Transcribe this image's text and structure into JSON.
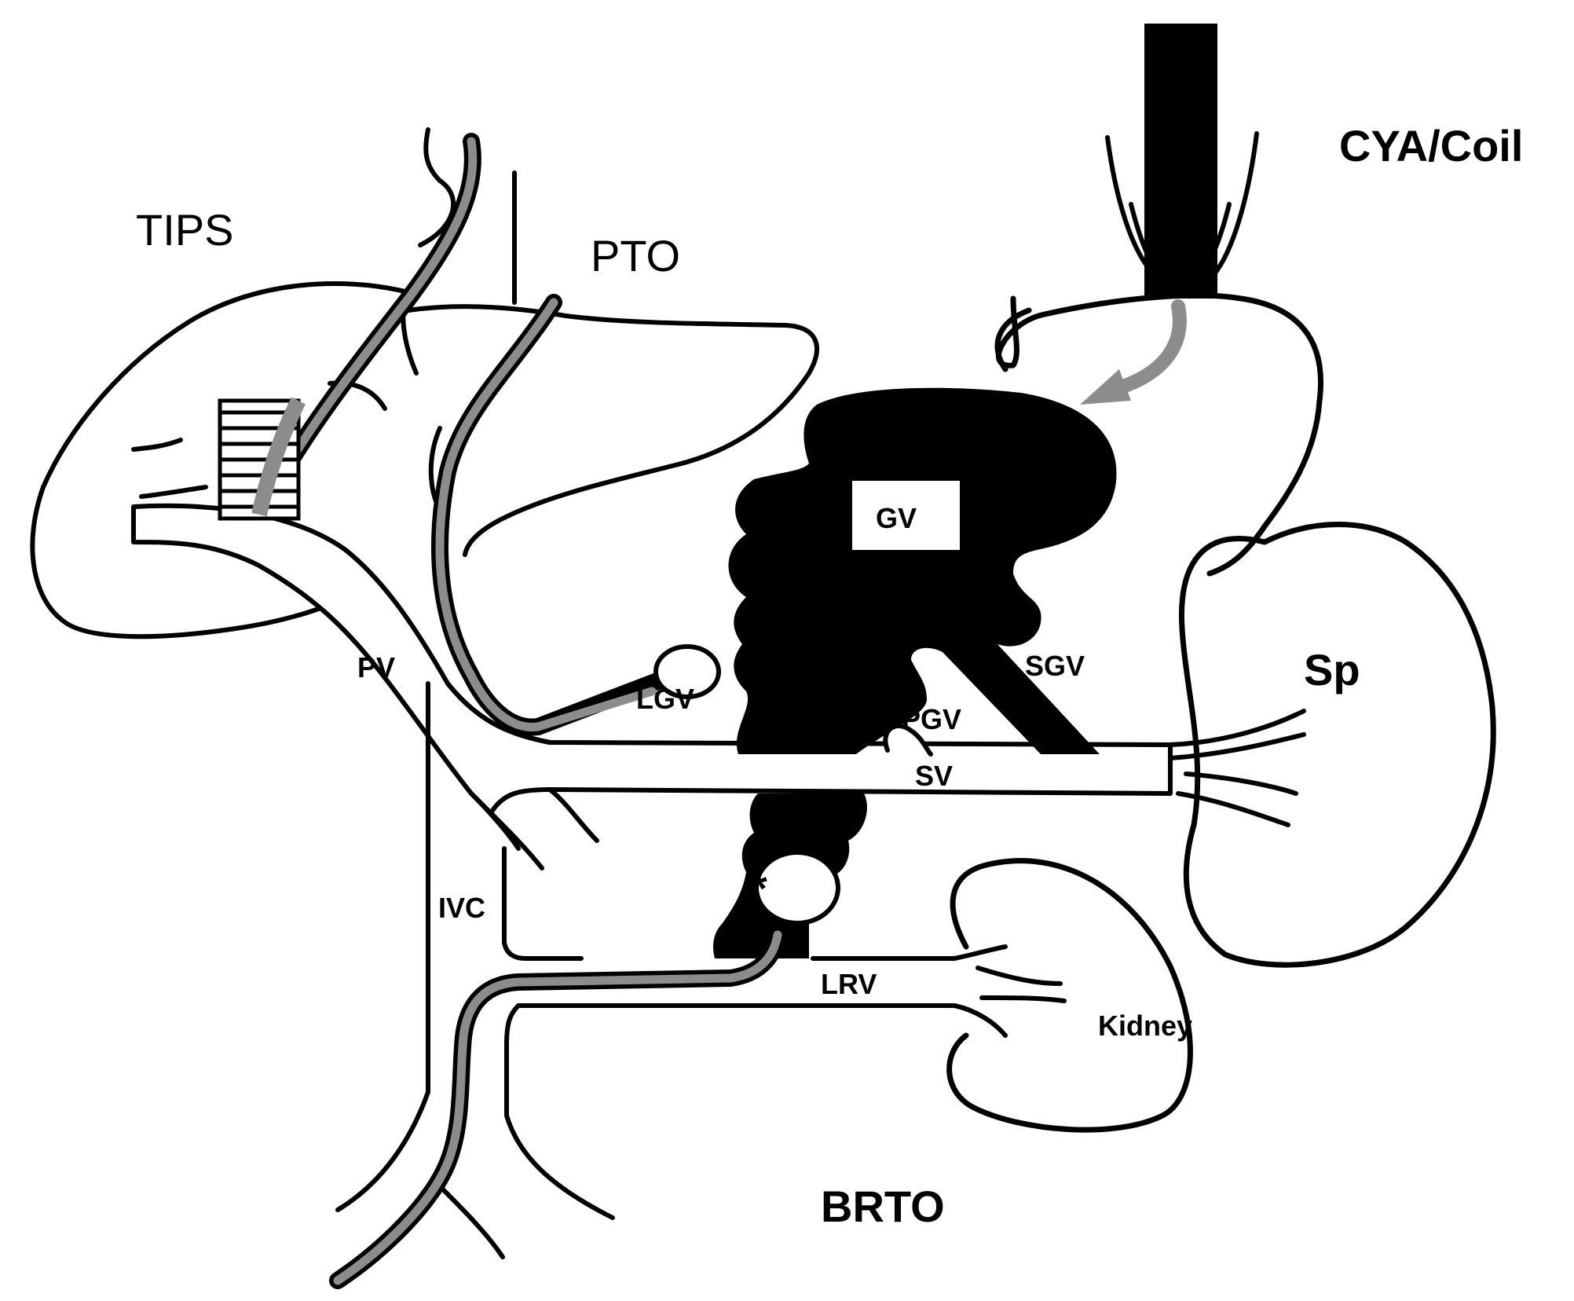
{
  "labels": {
    "tips": "TIPS",
    "pto": "PTO",
    "cya_coil": "CYA/Coil",
    "gv": "GV",
    "sgv": "SGV",
    "lgv": "LGV",
    "pgv": "PGV",
    "pv": "PV",
    "sv": "SV",
    "sp": "Sp",
    "ivc": "IVC",
    "lrv": "LRV",
    "kidney": "Kidney",
    "brto": "BRTO",
    "asterisk": "*"
  },
  "colors": {
    "outline": "#000000",
    "catheter": "#8c8c8c",
    "background": "#ffffff"
  }
}
